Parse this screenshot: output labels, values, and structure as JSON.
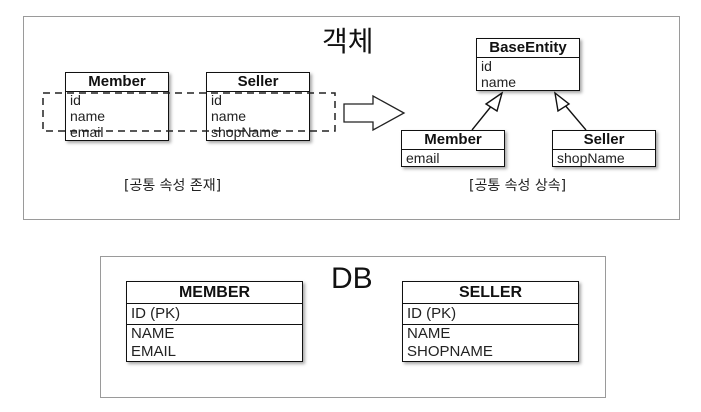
{
  "object_panel": {
    "title": "객체",
    "before": {
      "member": {
        "name": "Member",
        "fields": [
          "id",
          "name",
          "email"
        ]
      },
      "seller": {
        "name": "Seller",
        "fields": [
          "id",
          "name",
          "shopName"
        ]
      },
      "caption": "[공통 속성 존재]"
    },
    "after": {
      "base": {
        "name": "BaseEntity",
        "fields": [
          "id",
          "name"
        ]
      },
      "member": {
        "name": "Member",
        "fields": [
          "email"
        ]
      },
      "seller": {
        "name": "Seller",
        "fields": [
          "shopName"
        ]
      },
      "caption": "[공통 속성 상속]"
    }
  },
  "db_panel": {
    "title": "DB",
    "member_table": {
      "name": "MEMBER",
      "pk": "ID (PK)",
      "columns": [
        "NAME",
        "EMAIL"
      ]
    },
    "seller_table": {
      "name": "SELLER",
      "pk": "ID (PK)",
      "columns": [
        "NAME",
        "SHOPNAME"
      ]
    }
  }
}
